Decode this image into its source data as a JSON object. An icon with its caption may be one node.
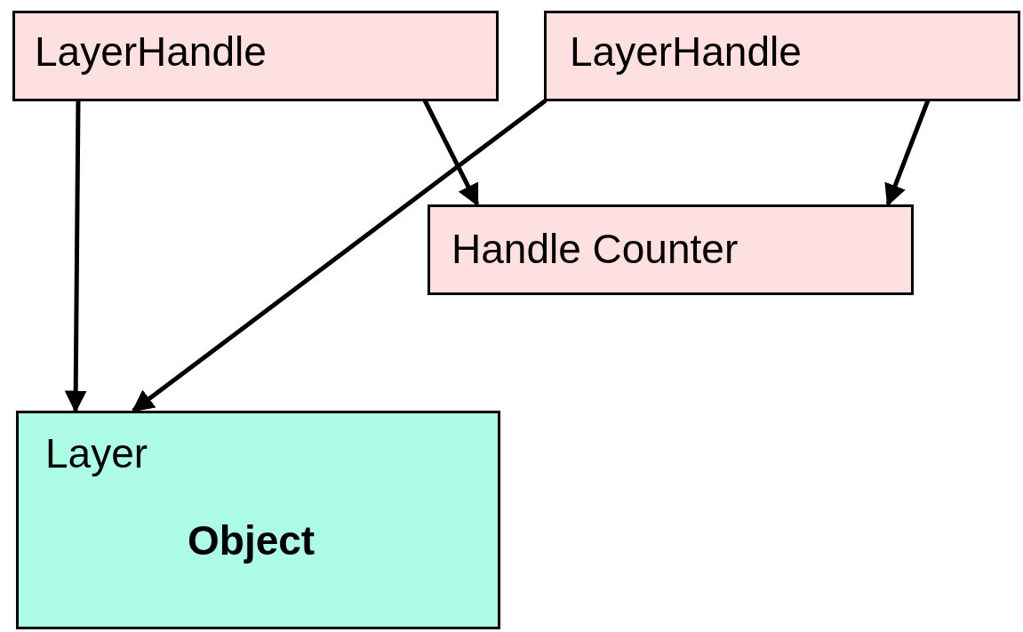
{
  "diagram": {
    "nodes": [
      {
        "text": [
          "LayerHandle"
        ]
      },
      {
        "text": [
          "LayerHandle"
        ]
      },
      {
        "text": [
          "Handle Counter"
        ]
      },
      {
        "text": [
          "Layer",
          "Object"
        ]
      }
    ],
    "edges": [
      {
        "from": 0,
        "to": 3,
        "arrow": "to"
      },
      {
        "from": 0,
        "to": 2,
        "arrow": "to"
      },
      {
        "from": 1,
        "to": 3,
        "arrow": "to"
      },
      {
        "from": 1,
        "to": 2,
        "arrow": "to"
      }
    ]
  }
}
